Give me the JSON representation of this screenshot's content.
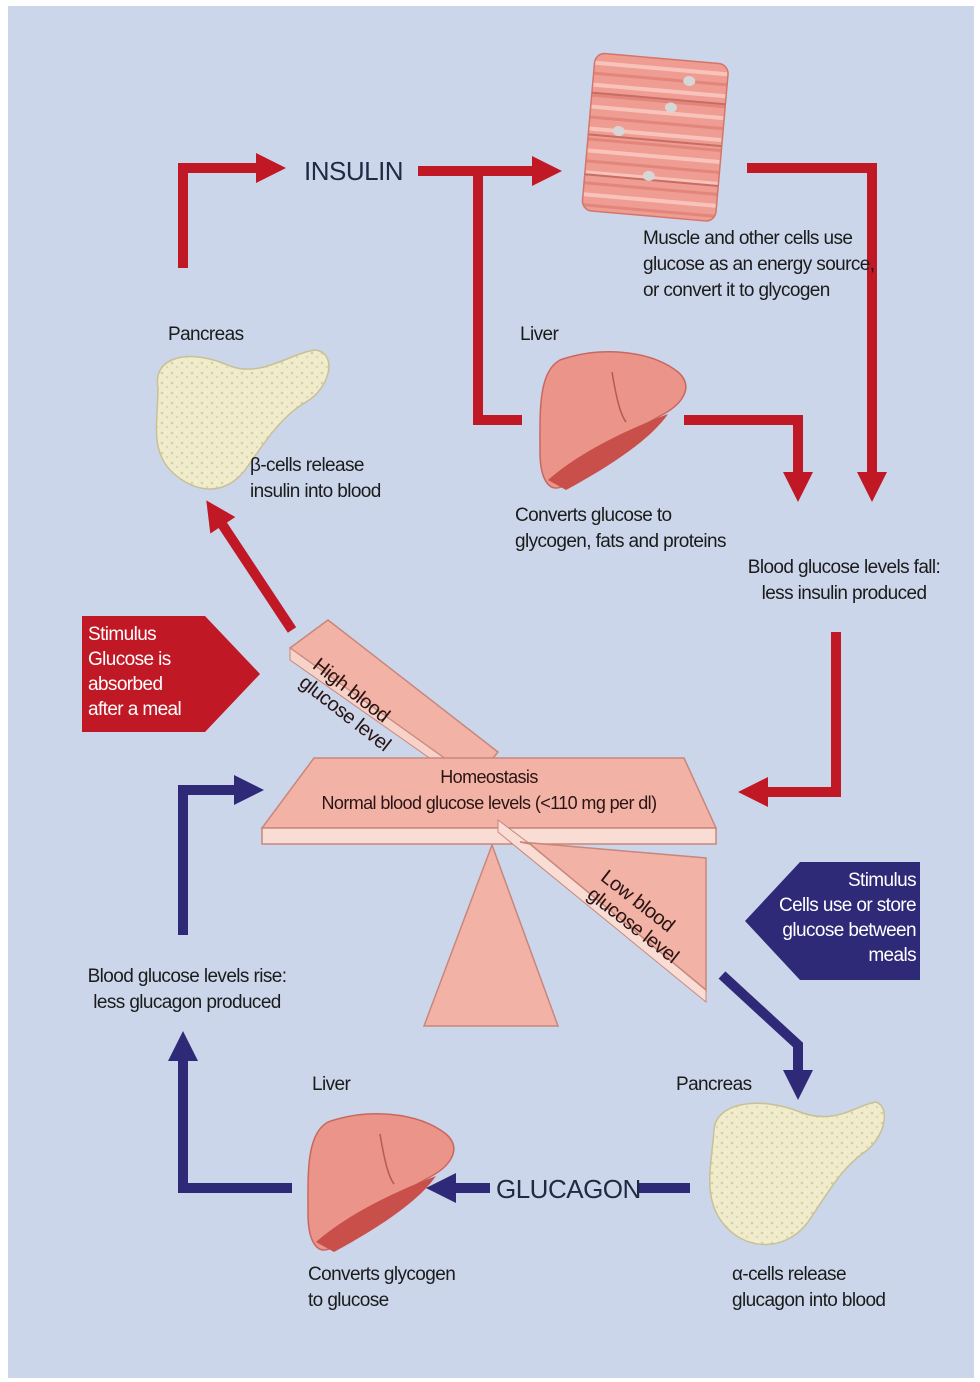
{
  "colors": {
    "background": "#cbd6ea",
    "insulin_path": "#c01825",
    "glucagon_path": "#2e2a78",
    "seesaw": "#f2b3a6",
    "organ_pancreas": "#ede9c6",
    "organ_liver": "#e07a72"
  },
  "insulin_label": "INSULIN",
  "glucagon_label": "GLUCAGON",
  "top": {
    "pancreas_title": "Pancreas",
    "pancreas_caption": "β-cells release\ninsulin into blood",
    "liver_title": "Liver",
    "liver_caption": "Converts glucose to\nglycogen, fats and proteins",
    "muscle_caption": "Muscle and other cells use\nglucose as an energy source,\nor convert it to glycogen",
    "result": "Blood glucose levels fall:\nless insulin produced"
  },
  "bottom": {
    "pancreas_title": "Pancreas",
    "pancreas_caption": "α-cells release\nglucagon into blood",
    "liver_title": "Liver",
    "liver_caption": "Converts glycogen\nto glucose",
    "result": "Blood glucose levels rise:\nless glucagon produced"
  },
  "stimulus_high": "Stimulus\nGlucose is\nabsorbed\nafter a meal",
  "stimulus_low": "Stimulus\nCells use or store\nglucose between\nmeals",
  "seesaw": {
    "high_label": "High blood\nglucose level",
    "low_label": "Low blood\nglucose level",
    "center_title": "Homeostasis",
    "center_text": "Normal blood glucose levels (<110 mg per dl)"
  },
  "icons": {
    "pancreas": "pancreas-icon",
    "liver": "liver-icon",
    "muscle": "muscle-cells-icon"
  }
}
